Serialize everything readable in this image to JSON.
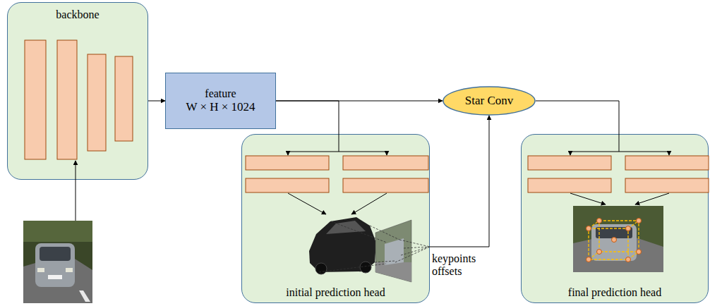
{
  "diagram": {
    "nodes": [
      {
        "text": [
          "backbone"
        ]
      },
      {
        "text": [
          "feature",
          "W × H × 1024"
        ]
      },
      {
        "text": [
          "Star Conv"
        ]
      },
      {
        "text": [
          "initial prediction head"
        ]
      },
      {
        "text": [
          "final prediction head"
        ]
      }
    ],
    "edges": [
      {
        "from": 0,
        "to": 1,
        "arrow": "to"
      },
      {
        "from": 1,
        "to": 2,
        "arrow": "to"
      },
      {
        "from": 1,
        "to": 3,
        "arrow": "to"
      },
      {
        "from": 3,
        "to": 2,
        "arrow": "to"
      },
      {
        "from": 2,
        "to": 4,
        "arrow": "to"
      }
    ],
    "labels": [
      "keypoints offsets"
    ]
  }
}
